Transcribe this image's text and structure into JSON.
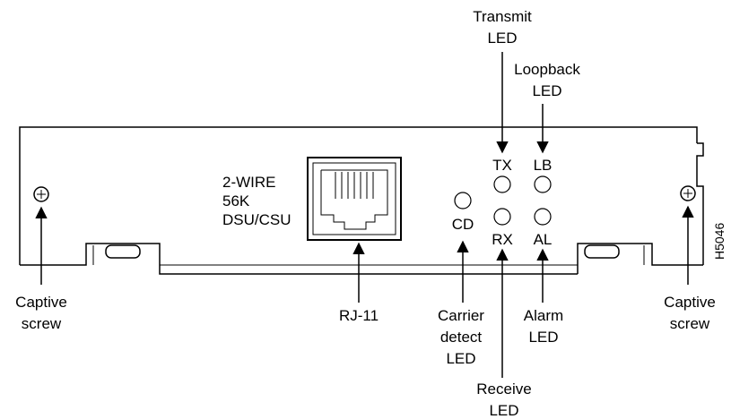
{
  "panel": {
    "model_label_lines": [
      "2-WIRE",
      "56K",
      "DSU/CSU"
    ],
    "led_labels": {
      "tx": "TX",
      "lb": "LB",
      "cd": "CD",
      "rx": "RX",
      "al": "AL"
    },
    "figure_id": "H5046"
  },
  "callouts": {
    "transmit_led": [
      "Transmit",
      "LED"
    ],
    "loopback_led": [
      "Loopback",
      "LED"
    ],
    "captive_screw_left": [
      "Captive",
      "screw"
    ],
    "captive_screw_right": [
      "Captive",
      "screw"
    ],
    "rj11": [
      "RJ-11"
    ],
    "carrier_detect_led": [
      "Carrier",
      "detect",
      "LED"
    ],
    "alarm_led": [
      "Alarm",
      "LED"
    ],
    "receive_led": [
      "Receive",
      "LED"
    ]
  }
}
